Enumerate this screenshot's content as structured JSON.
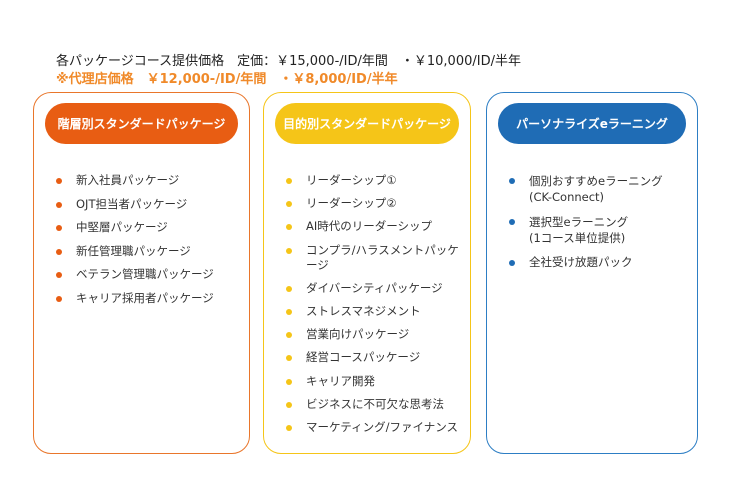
{
  "header": {
    "price_line": "各パッケージコース提供価格　定価：￥15,000-/ID/年間　・￥10,000/ID/半年",
    "agent_price_line": "※代理店価格　￥12,000-/ID/年間　・￥8,000/ID/半年"
  },
  "colors": {
    "orange": "#e85d13",
    "yellow": "#f5c518",
    "blue": "#1f6cb5",
    "agent_price_text": "#f08a2a"
  },
  "cards": [
    {
      "title": "階層別スタンダードパッケージ",
      "items": [
        "新入社員パッケージ",
        "OJT担当者パッケージ",
        "中堅層パッケージ",
        "新任管理職パッケージ",
        "ベテラン管理職パッケージ",
        "キャリア採用者パッケージ"
      ]
    },
    {
      "title": "目的別スタンダードパッケージ",
      "items": [
        "リーダーシップ①",
        "リーダーシップ②",
        "AI時代のリーダーシップ",
        "コンプラ/ハラスメントパッケージ",
        "ダイバーシティパッケージ",
        "ストレスマネジメント",
        "営業向けパッケージ",
        "経営コースパッケージ",
        "キャリア開発",
        "ビジネスに不可欠な思考法",
        "マーケティング/ファイナンス"
      ]
    },
    {
      "title": "パーソナライズeラーニング",
      "items": [
        {
          "line1": "個別おすすめeラーニング",
          "line2": "(CK-Connect)"
        },
        {
          "line1": "選択型eラーニング",
          "line2": "(1コース単位提供)"
        },
        {
          "line1": "全社受け放題パック"
        }
      ]
    }
  ]
}
